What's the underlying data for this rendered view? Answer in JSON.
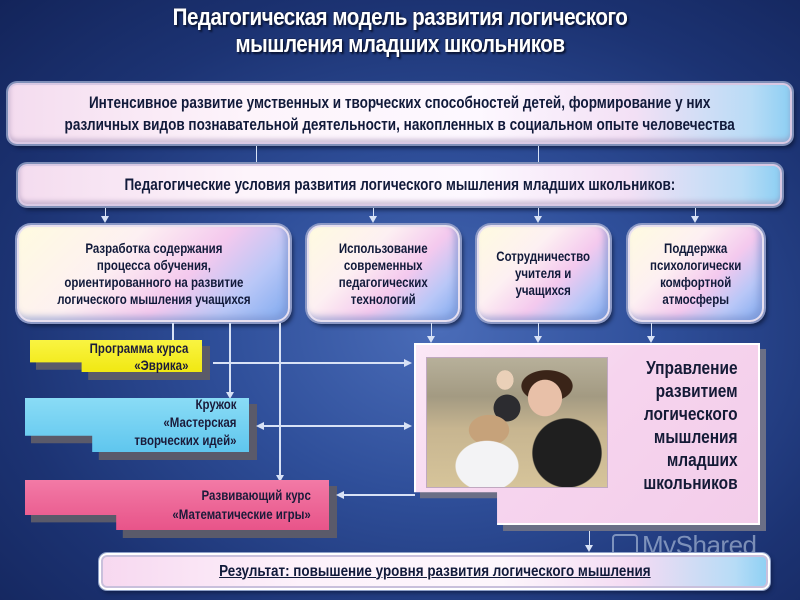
{
  "title": {
    "line1": "Педагогическая модель развития логического",
    "line2": "мышления младших школьников"
  },
  "goal_box": {
    "line1": "Интенсивное развитие  умственных  и творческих способностей  детей, формирование у них",
    "line2": "различных видов познавательной деятельности, накопленных в социальном опыте человечества"
  },
  "conditions_header": "Педагогические условия развития логического мышления младших школьников:",
  "conditions": [
    {
      "lines": [
        "Разработка содержания",
        "процесса обучения,",
        "ориентированного на развитие",
        "логического мышления учащихся"
      ]
    },
    {
      "lines": [
        "Использование",
        "современных",
        "педагогических",
        "технологий"
      ]
    },
    {
      "lines": [
        "Сотрудничество",
        "учителя и",
        "учащихся"
      ]
    },
    {
      "lines": [
        "Поддержка",
        "психологически",
        "комфортной",
        "атмосферы"
      ]
    }
  ],
  "programs": [
    {
      "lines": [
        "Программа курса",
        "«Эврика»"
      ],
      "color": "#f5ee1a"
    },
    {
      "lines": [
        "Кружок",
        "«Мастерская",
        "творческих идей»"
      ],
      "color": "#6fd0f2"
    },
    {
      "lines": [
        "Развивающий курс",
        "«Математические игры»"
      ],
      "color": "#ef5f93"
    }
  ],
  "management": {
    "lines": [
      "Управление",
      "развитием",
      "логического",
      "мышления",
      "младших",
      "школьников"
    ],
    "photo_alt": "teacher-helping-student-photo"
  },
  "result": "Результат:  повышение уровня развития логического мышления",
  "watermark": "MyShared",
  "colors": {
    "background": "#2f4f9a",
    "connector": "#d8e2f6",
    "text_dark": "#111a3a"
  }
}
